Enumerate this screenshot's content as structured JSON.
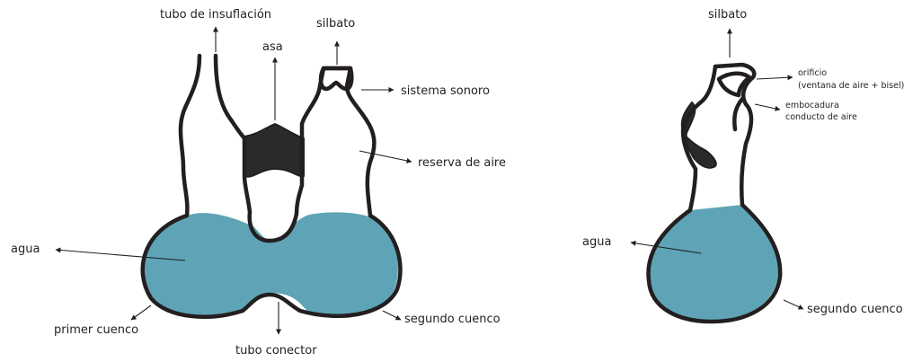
{
  "colors": {
    "water": "#5ea4b6",
    "outline": "#231f20",
    "dark_fill": "#2b2a2b",
    "text": "#231f20"
  },
  "left_vessel": {
    "labels": {
      "tubo_insuflacion": "tubo de insuflación",
      "asa": "asa",
      "silbato": "silbato",
      "sistema_sonoro": "sistema sonoro",
      "reserva_aire": "reserva de aire",
      "agua": "agua",
      "primer_cuenco": "primer cuenco",
      "tubo_conector": "tubo conector",
      "segundo_cuenco": "segundo cuenco"
    }
  },
  "right_vessel": {
    "labels": {
      "silbato": "silbato",
      "orificio_line1": "orificio",
      "orificio_line2": "(ventana de aire + bisel)",
      "embocadura_line1": "embocadura",
      "embocadura_line2": "conducto de aire",
      "agua": "agua",
      "segundo_cuenco": "segundo cuenco"
    }
  }
}
